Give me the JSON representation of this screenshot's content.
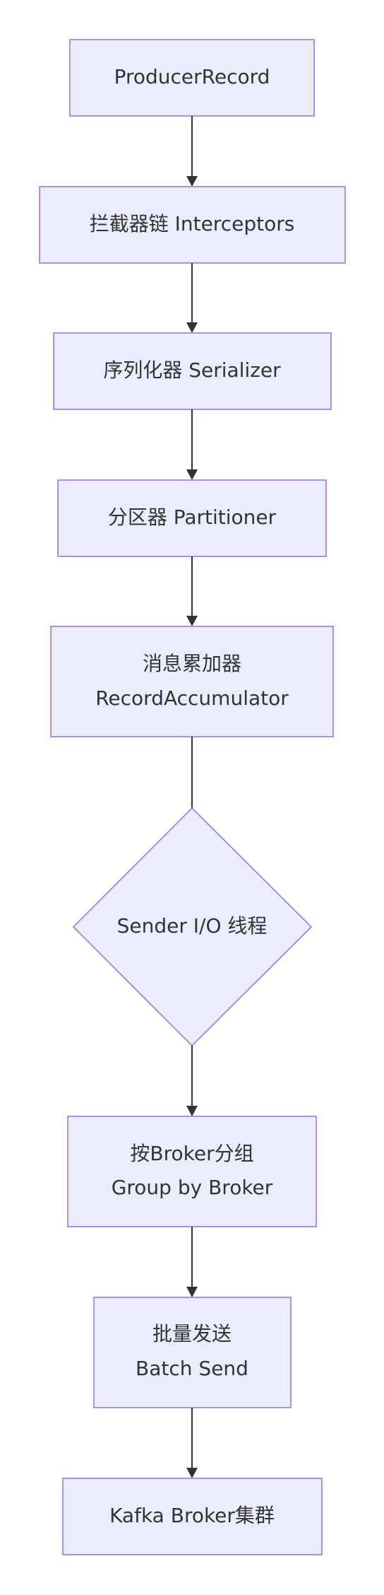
{
  "diagram": {
    "nodes": [
      {
        "id": "producer_record",
        "lines": [
          "ProducerRecord"
        ]
      },
      {
        "id": "interceptors",
        "lines": [
          "拦截器链 Interceptors"
        ]
      },
      {
        "id": "serializer",
        "lines": [
          "序列化器 Serializer"
        ]
      },
      {
        "id": "partitioner",
        "lines": [
          "分区器 Partitioner"
        ]
      },
      {
        "id": "accumulator",
        "lines": [
          "消息累加器",
          "RecordAccumulator"
        ]
      },
      {
        "id": "sender",
        "lines": [
          "Sender I/O 线程"
        ]
      },
      {
        "id": "group_by_broker",
        "lines": [
          "按Broker分组",
          "Group by Broker"
        ]
      },
      {
        "id": "batch_send",
        "lines": [
          "批量发送",
          "Batch Send"
        ]
      },
      {
        "id": "broker_cluster",
        "lines": [
          "Kafka Broker集群"
        ]
      }
    ],
    "colors": {
      "node_fill": "#ECECFF",
      "node_stroke": "#9370DB",
      "edge": "#333333",
      "text": "#333333",
      "background": "#FFFFFF"
    }
  }
}
